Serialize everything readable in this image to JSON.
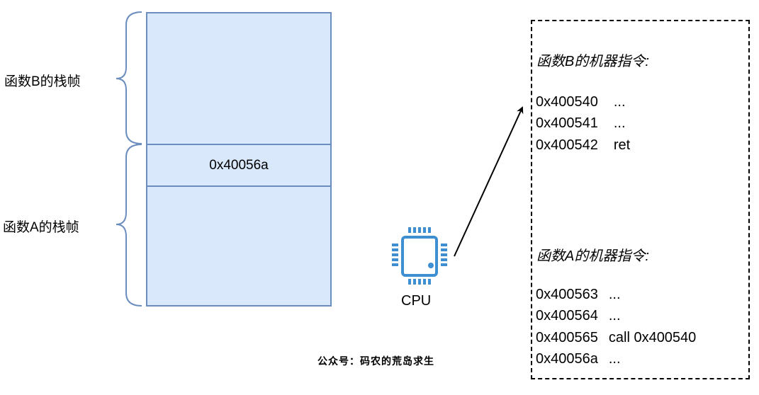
{
  "stack": {
    "frame_b_label": "函数B的栈帧",
    "frame_a_label": "函数A的栈帧",
    "return_address": "0x40056a"
  },
  "cpu": {
    "icon": "cpu-chip-icon",
    "label": "CPU",
    "color": "#3d8fd1"
  },
  "instructions": {
    "function_b": {
      "title": "函数B的机器指令:",
      "lines": [
        {
          "addr": "0x400540",
          "op": "..."
        },
        {
          "addr": "0x400541",
          "op": "..."
        },
        {
          "addr": "0x400542",
          "op": "ret"
        }
      ]
    },
    "function_a": {
      "title": "函数A的机器指令:",
      "lines": [
        {
          "addr": "0x400563",
          "op": "..."
        },
        {
          "addr": "0x400564",
          "op": "..."
        },
        {
          "addr": "0x400565",
          "op": "call 0x400540"
        },
        {
          "addr": "0x40056a",
          "op": "..."
        }
      ]
    }
  },
  "watermark": "公众号：码农的荒岛求生",
  "colors": {
    "stack_fill": "#dae8fc",
    "stack_border": "#6c8ebf"
  }
}
